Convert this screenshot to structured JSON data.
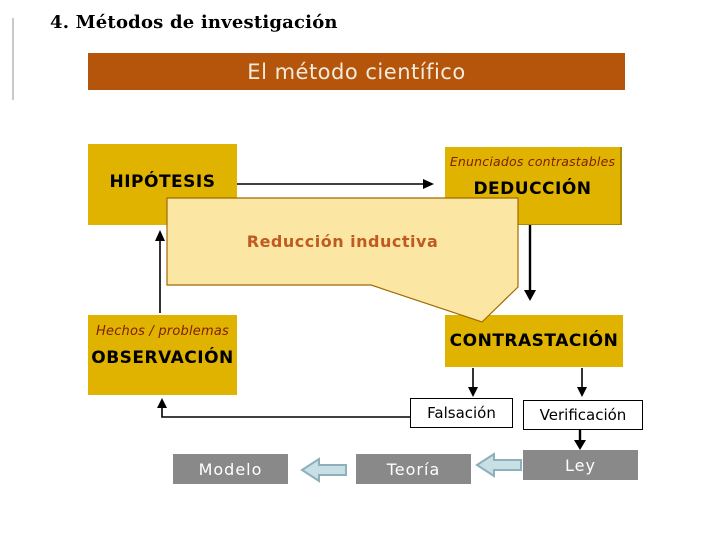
{
  "page": {
    "title": "4. Métodos de investigación",
    "banner": "El método científico"
  },
  "diagram": {
    "hipotesis": "HIPÓTESIS",
    "enunciados": "Enunciados contrastables",
    "deduccion": "DEDUCCIÓN",
    "bubble": "Reducción inductiva",
    "hechos": "Hechos / problemas",
    "observacion": "OBSERVACIÓN",
    "contrastacion": "CONTRASTACIÓN",
    "falsacion": "Falsación",
    "verificacion": "Verificación",
    "modelo": "Modelo",
    "teoria": "Teoría",
    "ley": "Ley"
  },
  "colors": {
    "banner_bg": "#b5540b",
    "banner_text": "#f2ecdc",
    "gold_box": "#dfb300",
    "bubble_fill": "#fbe7a3",
    "bubble_border": "#a06a00",
    "dark_red_text": "#7e1f04",
    "rust_text": "#bf5b21",
    "gray_box": "#898989",
    "blue_arrow_fill": "#c6e0e6",
    "blue_arrow_border": "#8fb0ba"
  }
}
